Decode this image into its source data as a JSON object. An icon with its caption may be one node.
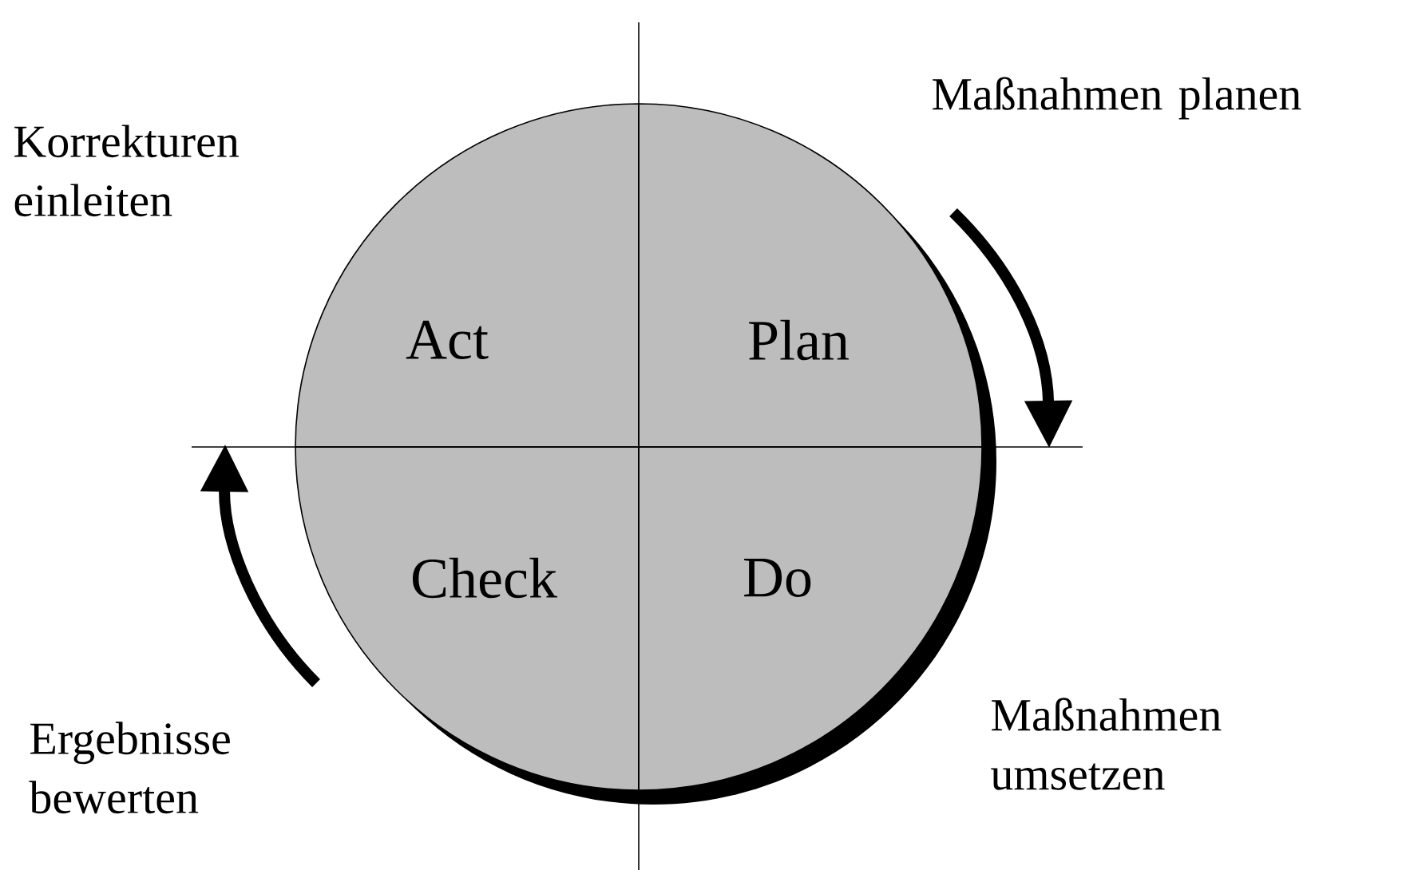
{
  "diagram": {
    "nodes": [
      {
        "text": [
          "Act"
        ]
      },
      {
        "text": [
          "Plan"
        ]
      },
      {
        "text": [
          "Check"
        ]
      },
      {
        "text": [
          "Do"
        ]
      }
    ],
    "labels": [
      "Korrekturen einleiten",
      "Maßnahmen planen",
      "Ergebnisse bewerten",
      "Maßnahmen umsetzen"
    ]
  }
}
